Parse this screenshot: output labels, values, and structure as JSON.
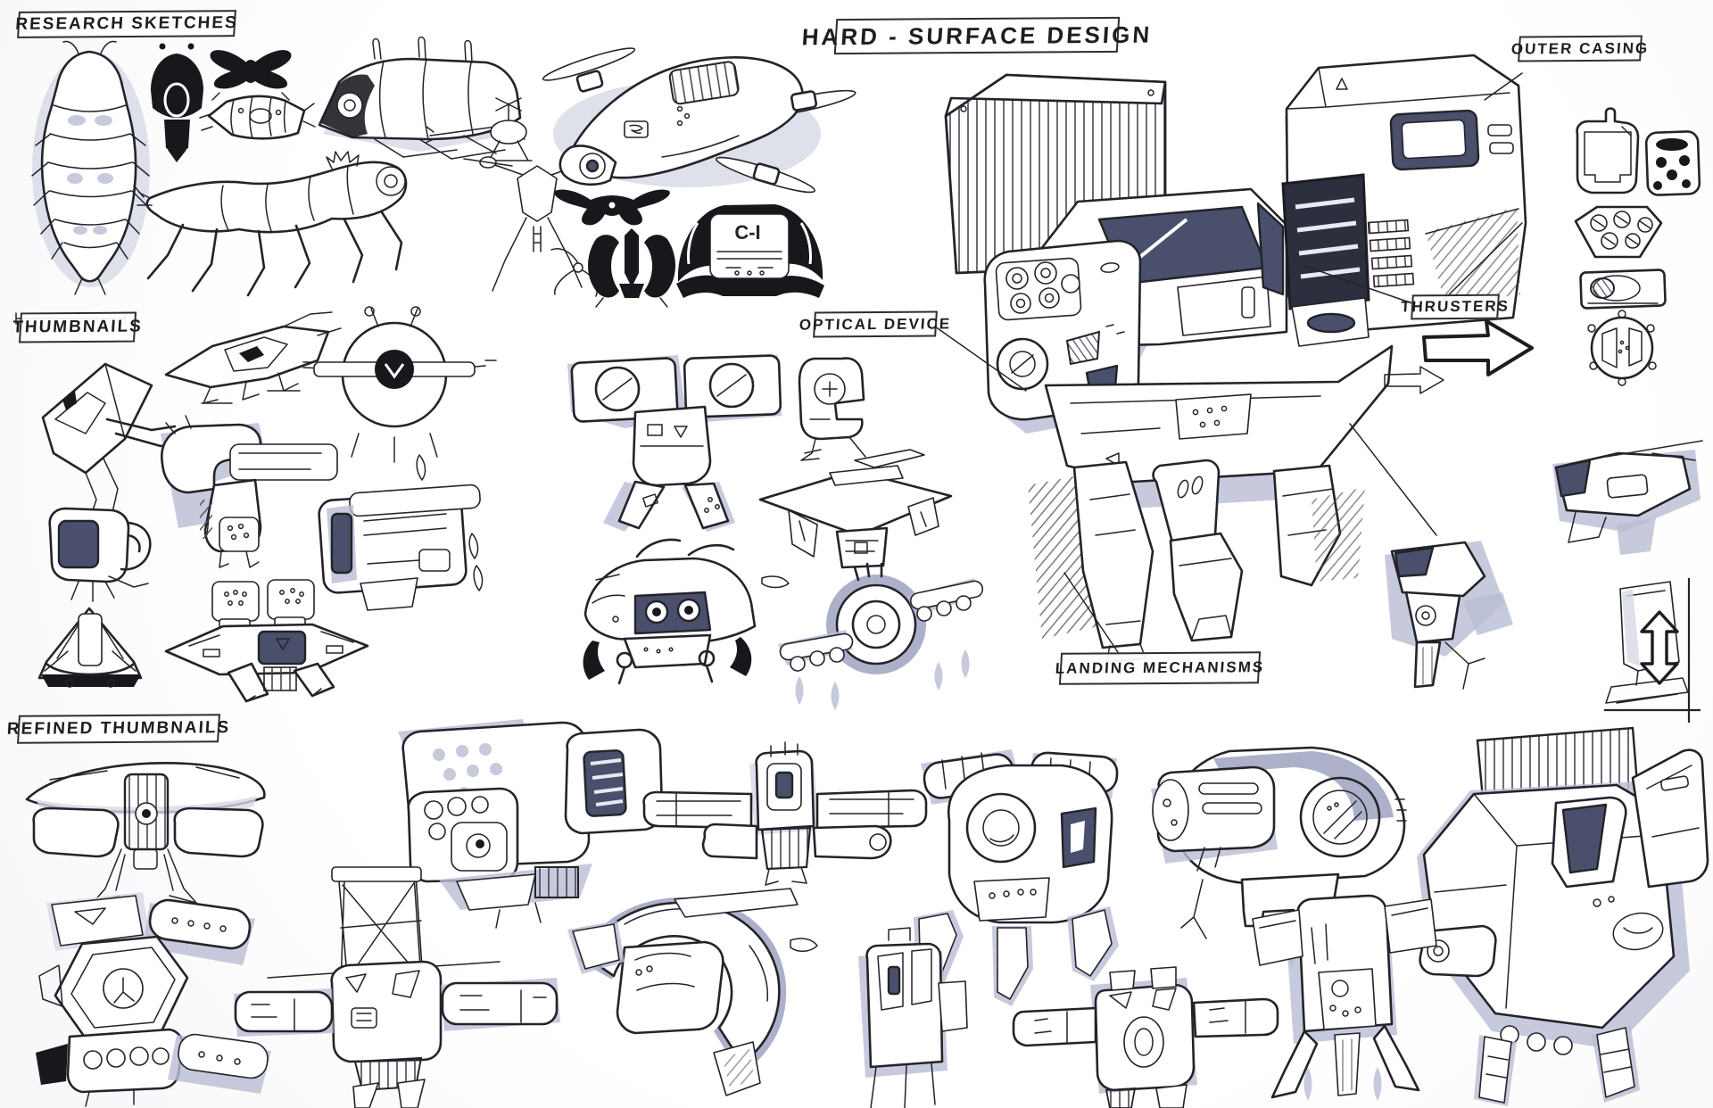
{
  "document": {
    "title": "HARD - SURFACE DESIGN",
    "kind": "hand-drawn concept design sheet"
  },
  "sections": {
    "research": "RESEARCH SKETCHES",
    "thumbnails": "THUMBNAILS",
    "refined": "REFINED THUMBNAILS"
  },
  "callouts": {
    "outer_casing": "OUTER CASING",
    "optical_device": "OPTICAL DEVICE",
    "thrusters": "THRUSTERS",
    "landing_mechanisms": "LANDING MECHANISMS"
  },
  "markings": {
    "drone_front_badge": "C-I"
  },
  "palette": {
    "paper": "#ffffff",
    "ink": "#23232a",
    "marker_shade": "#b9bdd3",
    "marker_shade_light": "#d6d8e5",
    "window_fill": "#4a506b"
  },
  "icons": [
    "right-arrow-icon",
    "small-right-arrow-icon",
    "vertical-double-arrow-icon"
  ],
  "sketch_inventory": {
    "research": [
      "isopod-top-view",
      "beetle-silhouette",
      "winged-insect-silhouette",
      "segmented-larva",
      "caterpillar-machine",
      "crawling-insect",
      "dragonfly-drone",
      "racing-drone-front-view",
      "hero-quadcopter",
      "quadcopter-silhouette",
      "bat-drone-silhouette",
      "drone-front-view-C-I"
    ],
    "thumbnails": [
      "delta-wing-fighter",
      "arrowhead-ship",
      "orb-scout",
      "s-curve-machine",
      "side-pod-craft",
      "tri-fin-lander",
      "twin-turret-cruiser",
      "blocky-freighter",
      "binocular-head-drone",
      "g-pod",
      "delta-top-view",
      "crab-head-drone",
      "saucer-pontoon-drone"
    ],
    "hard_surface_design": [
      "hatched-cargo-box",
      "outer-casing-block",
      "cockpit-cabin",
      "thruster-bank",
      "optical-device-panel",
      "mid-deck",
      "landing-legs",
      "detail-part-plate",
      "detail-part-keypad",
      "detail-part-screw-plate",
      "detail-part-port",
      "detail-part-gear-face",
      "side-view-study",
      "leg-detail-study",
      "casing-box-study"
    ],
    "refined": [
      "pontoon-hovercraft",
      "dotted-panel-drone",
      "wing-bar-robot",
      "round-pod-drone",
      "dome-barrel-drone",
      "large-angular-drone",
      "hex-core-drone",
      "truss-crane-drone",
      "boomerang-drone",
      "slim-walker",
      "cross-core-drone",
      "tripod-rocket-drone"
    ]
  }
}
